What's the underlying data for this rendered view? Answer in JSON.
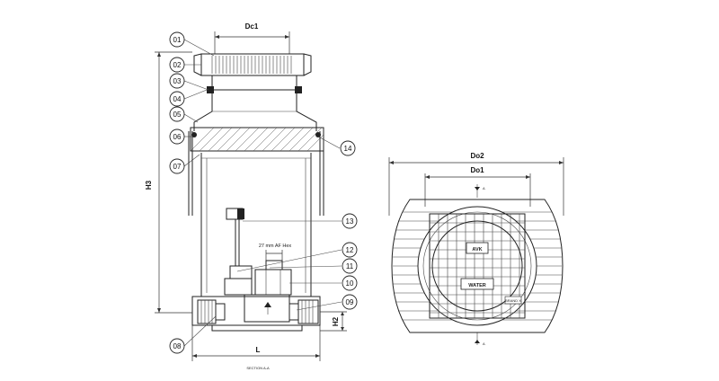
{
  "section_view": {
    "callouts": [
      "01",
      "02",
      "03",
      "04",
      "05",
      "06",
      "07",
      "08",
      "09",
      "10",
      "11",
      "12",
      "13",
      "14"
    ],
    "dim_top": "Dc1",
    "dim_height": "H3",
    "dim_bottom": "L",
    "dim_h2": "H2",
    "hex_note": "27 mm AF Hex",
    "caption": "SECTION A-A"
  },
  "plan_view": {
    "dim_outer": "Do2",
    "dim_inner": "Do1",
    "section_mark_top": "A",
    "section_mark_bottom": "A",
    "lid_text_1": "AVK",
    "lid_text_2": "WATER",
    "lid_text_3": "BRAND X"
  }
}
